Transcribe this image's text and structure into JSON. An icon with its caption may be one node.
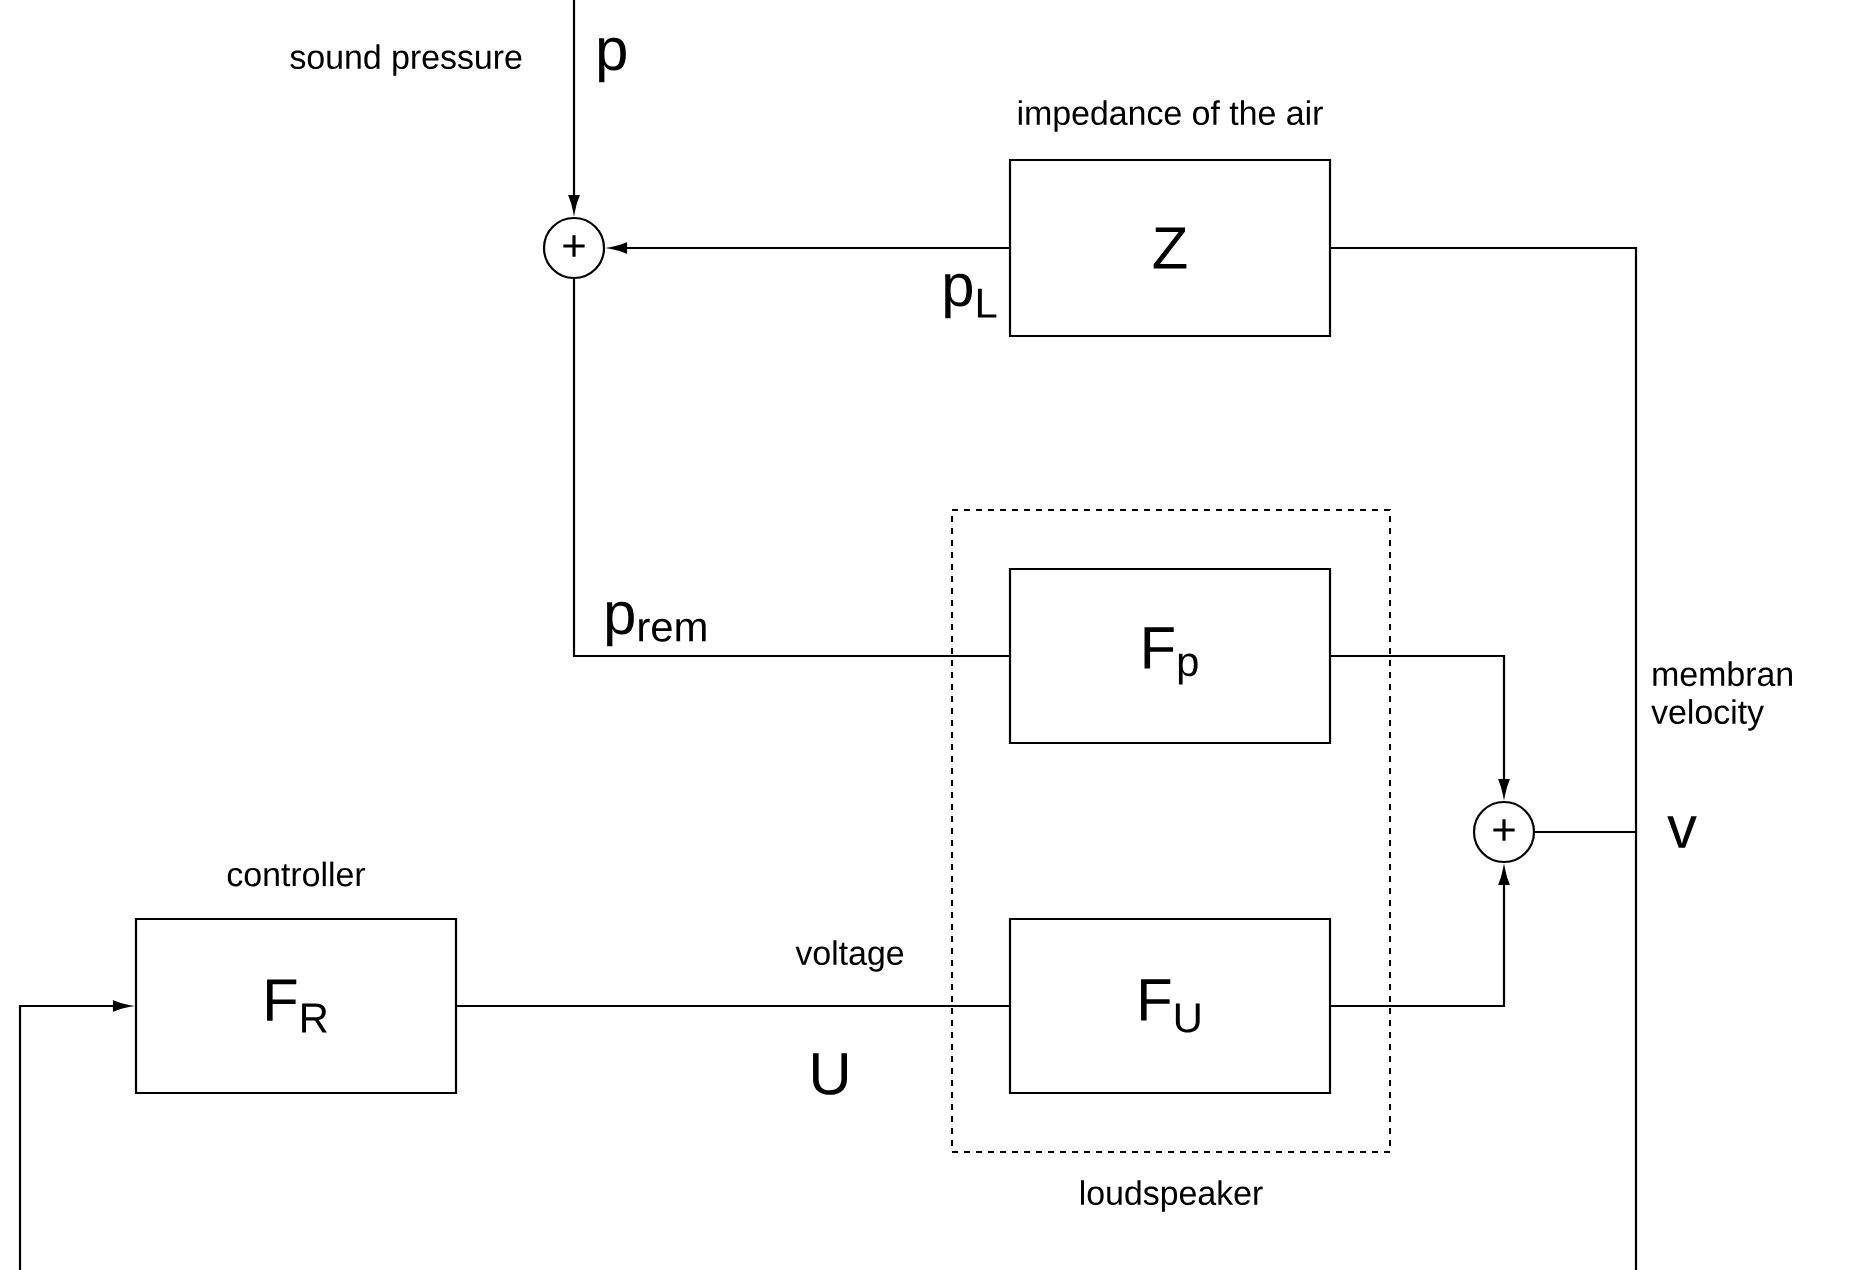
{
  "diagram": {
    "nodes": [
      {
        "text": [
          "+"
        ]
      },
      {
        "text": [
          "Z"
        ],
        "beside": [
          "impedance of the air"
        ]
      },
      {
        "text": [
          "loudspeaker"
        ]
      },
      {
        "text": [
          "F$_{p}$"
        ],
        "in": 2
      },
      {
        "text": [
          "F$_{U}$"
        ],
        "in": 2
      },
      {
        "text": [
          "+"
        ]
      },
      {
        "text": [
          "F$_{R}$"
        ],
        "beside": [
          "controller"
        ]
      }
    ],
    "edges": [
      {
        "from": null,
        "to": 0,
        "arrow": "to",
        "label": "p"
      },
      {
        "from": 1,
        "to": 0,
        "arrow": "to",
        "label": "p$_{L}$"
      },
      {
        "from": 0,
        "to": 3,
        "arrow": "none",
        "label": "p$_{rem}$"
      },
      {
        "from": 3,
        "to": 5,
        "arrow": "to"
      },
      {
        "from": 4,
        "to": 5,
        "arrow": "to"
      },
      {
        "from": 5,
        "to": 1,
        "arrow": "none"
      },
      {
        "from": 5,
        "to": 6,
        "arrow": "to"
      },
      {
        "from": 6,
        "to": 4,
        "arrow": "none",
        "label": "U"
      }
    ],
    "labels": [
      "sound pressure",
      "membran velocity",
      "v",
      "voltage"
    ]
  }
}
